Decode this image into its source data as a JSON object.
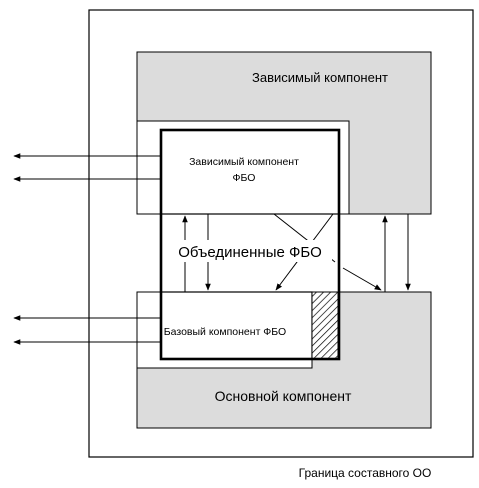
{
  "labels": {
    "dependent_component": "Зависимый компонент",
    "dependent_tsf_line1": "Зависимый компонент",
    "dependent_tsf_line2": "ФБО",
    "combined_tsf": "Объединенные ФБО",
    "base_tsf": "Базовый компонент ФБО",
    "base_component": "Основной компонент",
    "composite_boundary": "Граница составного ОО"
  },
  "colors": {
    "component_fill": "#dcdcdc",
    "line": "#000000",
    "background": "#ffffff"
  }
}
